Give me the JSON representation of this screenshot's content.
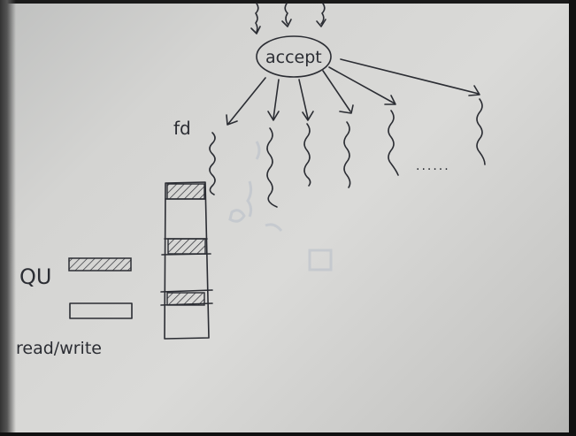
{
  "labels": {
    "accept": "accept",
    "fd": "fd",
    "qu": "QU",
    "read_write": "read/write",
    "dots": "......"
  }
}
